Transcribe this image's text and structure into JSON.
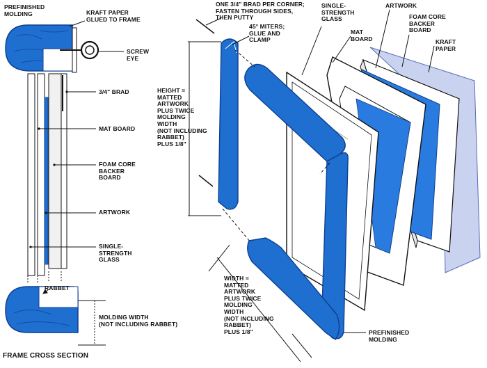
{
  "colors": {
    "molding_blue": "#1f6fd1",
    "molding_edge": "#0d3f8f",
    "artwork_blue": "#2a7be0",
    "kraft_paper": "#c9d2ef",
    "ink": "#111111",
    "paper": "#ffffff"
  },
  "cross_section": {
    "title": "FRAME CROSS SECTION",
    "labels": {
      "prefinished_molding": "PREFINISHED\nMOLDING",
      "kraft_paper_glued": "KRAFT PAPER\nGLUED TO FRAME",
      "screw_eye": "SCREW\nEYE",
      "brad": "3/4\" BRAD",
      "mat_board": "MAT BOARD",
      "foam_core": "FOAM CORE\nBACKER\nBOARD",
      "artwork": "ARTWORK",
      "glass": "SINGLE-\nSTRENGTH\nGLASS",
      "rabbet": "RABBET",
      "molding_width": "MOLDING WIDTH\n(NOT INCLUDING RABBET)"
    }
  },
  "exploded_view": {
    "labels": {
      "brad_corner": "ONE 3/4\" BRAD PER CORNER;\nFASTEN THROUGH SIDES,\nTHEN PUTTY",
      "miters": "45° MITERS;\nGLUE AND\nCLAMP",
      "height": "HEIGHT =\nMATTED\nARTWORK\nPLUS TWICE\nMOLDING\nWIDTH\n(NOT INCLUDING\nRABBET)\nPLUS 1/8\"",
      "width": "WIDTH =\nMATTED\nARTWORK\nPLUS TWICE\nMOLDING\nWIDTH\n(NOT INCLUDING\nRABBET)\nPLUS 1/8\"",
      "glass": "SINGLE-\nSTRENGTH\nGLASS",
      "mat_board": "MAT\nBOARD",
      "artwork": "ARTWORK",
      "foam_core": "FOAM CORE\nBACKER\nBOARD",
      "kraft_paper": "KRAFT\nPAPER",
      "prefinished_molding": "PREFINISHED\nMOLDING"
    }
  }
}
